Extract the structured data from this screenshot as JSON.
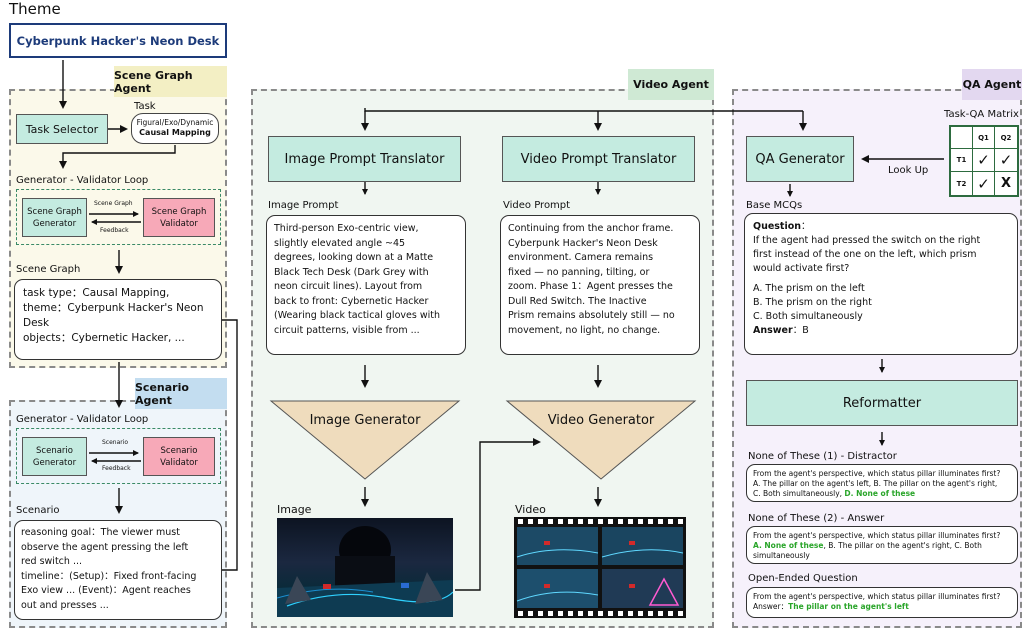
{
  "theme_label": "Theme",
  "theme_title": "Cyberpunk Hacker's Neon Desk",
  "scene_graph_agent": {
    "tag": "Scene Graph Agent",
    "task_label": "Task",
    "task_selector": "Task Selector",
    "task_type_line1": "Figural/Exo/Dynamic",
    "task_type_line2": "Causal Mapping",
    "loop_label": "Generator - Validator Loop",
    "generator": "Scene Graph Generator",
    "validator": "Scene Graph Validator",
    "arrow_top": "Scene Graph",
    "arrow_bottom": "Feedback",
    "output_label": "Scene Graph",
    "output_lines": [
      "task type：Causal Mapping,",
      "theme：Cyberpunk Hacker's Neon",
      "Desk",
      "objects：Cybernetic Hacker, ..."
    ]
  },
  "scenario_agent": {
    "tag": "Scenario Agent",
    "loop_label": "Generator - Validator Loop",
    "generator": "Scenario Generator",
    "validator": "Scenario Validator",
    "arrow_top": "Scenario",
    "arrow_bottom": "Feedback",
    "output_label": "Scenario",
    "output_lines": [
      "reasoning goal：The viewer must",
      "observe the agent pressing the left",
      "red switch ...",
      "timeline：(Setup)：Fixed front-facing",
      "Exo view ... (Event)：Agent reaches",
      "out and presses ..."
    ]
  },
  "video_agent": {
    "tag": "Video Agent",
    "image_translator": "Image Prompt Translator",
    "video_translator": "Video Prompt Translator",
    "image_prompt_label": "Image Prompt",
    "video_prompt_label": "Video Prompt",
    "image_prompt_lines": [
      "Third-person Exo-centric view,",
      "slightly elevated angle ~45",
      "degrees, looking down at a Matte",
      "Black Tech Desk (Dark Grey with",
      "neon circuit lines). Layout from",
      "back to front: Cybernetic Hacker",
      "(Wearing black tactical gloves with",
      "circuit patterns, visible from ..."
    ],
    "video_prompt_lines": [
      "Continuing from the anchor frame.",
      "Cyberpunk Hacker's Neon Desk",
      "environment. Camera remains",
      "fixed — no panning, tilting, or",
      "zoom. Phase 1：Agent presses the",
      "Dull Red Switch. The Inactive",
      "Prism remains absolutely still — no",
      "movement, no light, no change."
    ],
    "image_generator": "Image Generator",
    "video_generator": "Video Generator",
    "image_label": "Image",
    "video_label": "Video"
  },
  "qa_agent": {
    "tag": "QA Agent",
    "matrix_label": "Task-QA Matrix",
    "matrix_cols": [
      "Q1",
      "Q2"
    ],
    "matrix_rows": [
      {
        "label": "T1",
        "cells": [
          "✓",
          "✓"
        ]
      },
      {
        "label": "T2",
        "cells": [
          "✓",
          "X"
        ]
      }
    ],
    "look_up": "Look Up",
    "qa_generator": "QA Generator",
    "base_mcqs_label": "Base MCQs",
    "question_label": "Question",
    "question_lines": [
      "If the agent had pressed the switch on the right",
      "first instead of the one on the left, which prism",
      "would activate first?"
    ],
    "options": [
      "A. The prism on the left",
      "B. The prism on the right",
      "C. Both simultaneously"
    ],
    "answer_label": "Answer",
    "answer_value": "B",
    "reformatter": "Reformatter",
    "nts1_label": "None of These (1) - Distractor",
    "nts1_lines": [
      "From the agent's perspective, which status pillar illuminates first?",
      "A. The pillar on the agent's left, B. The pillar on the agent's right,"
    ],
    "nts1_last_plain": "C. Both simultaneously, ",
    "nts1_last_green": "D. None of these",
    "nts2_label": "None of These (2) - Answer",
    "nts2_line1": "From the agent's perspective, which status pillar illuminates first?",
    "nts2_green": "A. None of these",
    "nts2_rest": ", B. The pillar on the agent's right, C. Both",
    "nts2_line3": "simultaneously",
    "open_label": "Open-Ended Question",
    "open_line1": "From the agent's perspective, which status pillar illuminates first?",
    "open_answer_prefix": "Answer：",
    "open_answer_green": "The pillar on the agent's left"
  },
  "colors": {
    "accent_green": "#c4ebe0",
    "validator_pink": "#f7a9b8",
    "scene_tag": "#f3efc4",
    "scenario_tag": "#c3ddf0",
    "video_tag": "#cfe9d4",
    "qa_tag": "#e3d8f0",
    "highlight_green": "#2aa52a",
    "theme_blue": "#1d3b7a"
  }
}
